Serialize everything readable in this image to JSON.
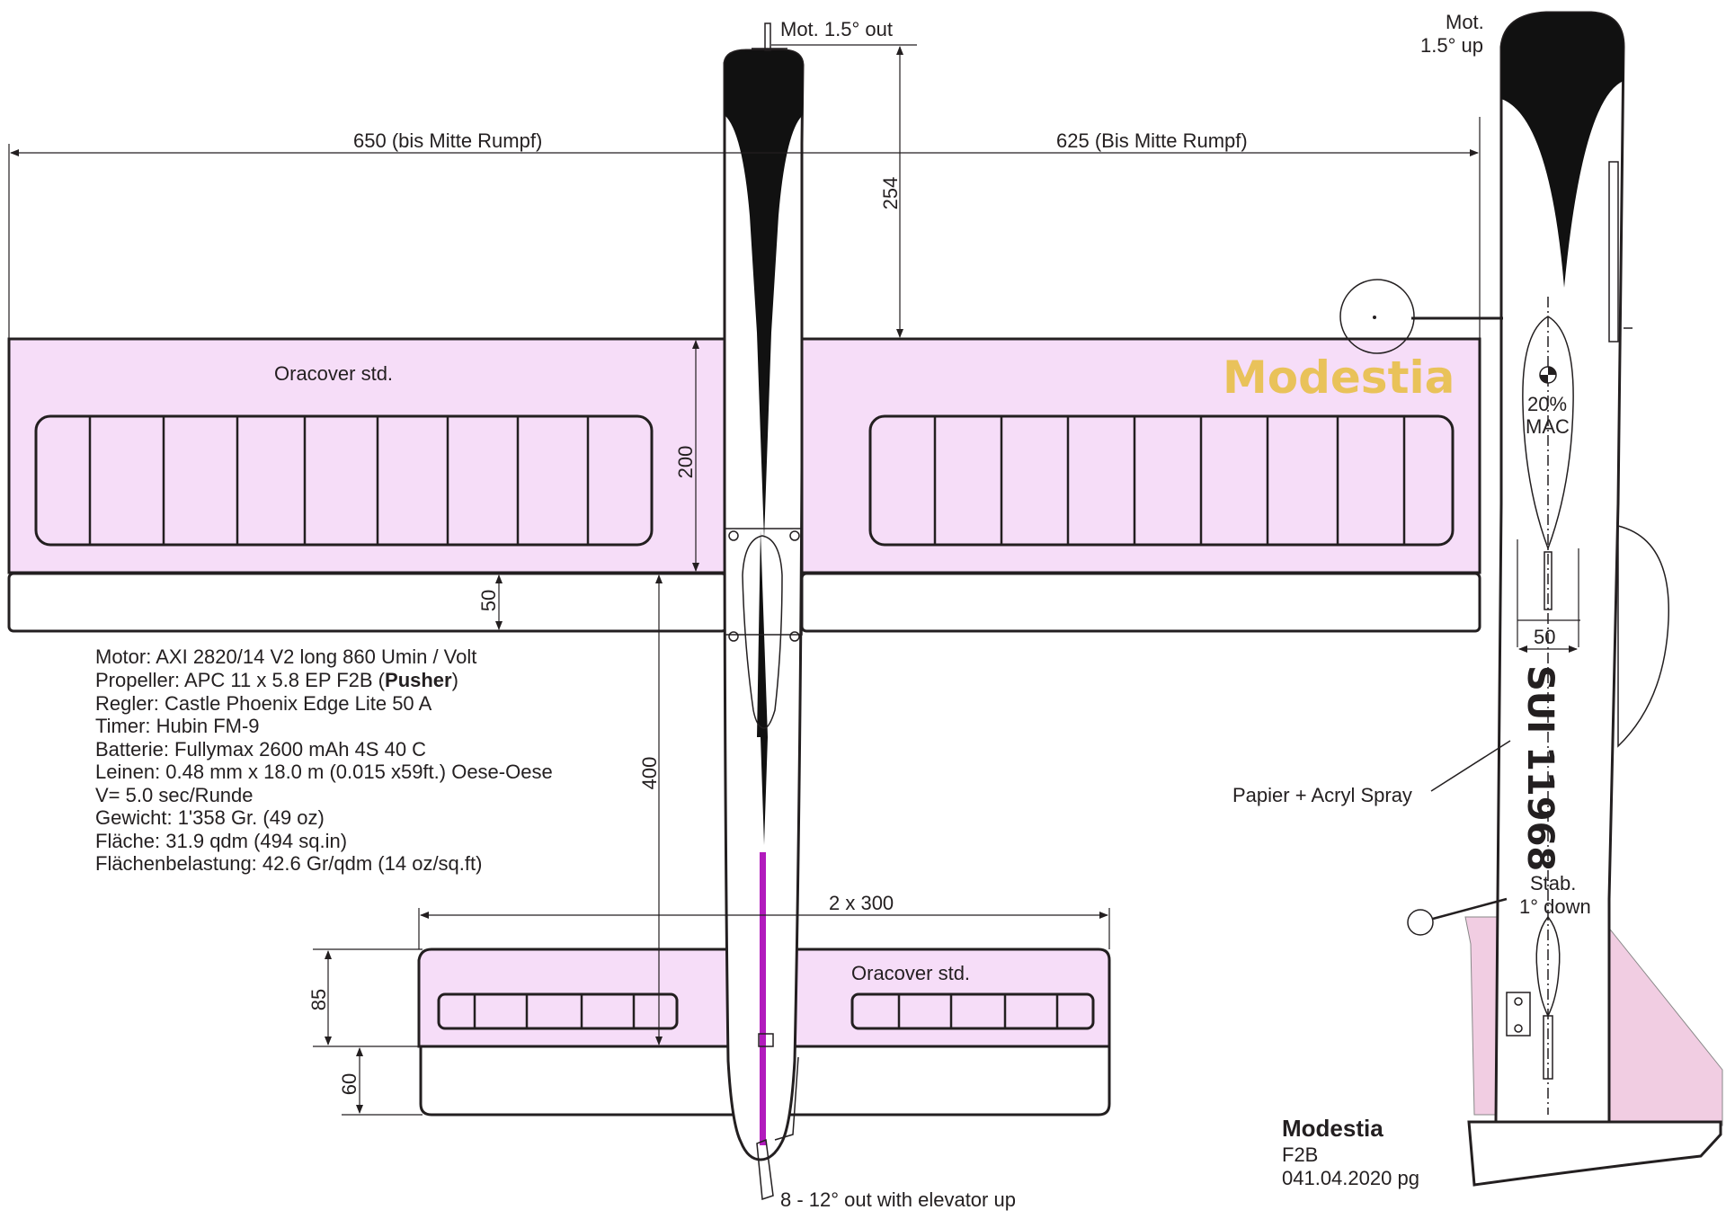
{
  "colors": {
    "covering": "#f6ddf8",
    "canopy": "#b8fbfd",
    "pushrod": "#b21bbd",
    "brand_text": "#e9c25a",
    "rudder_pink": "#f1cde2",
    "outline": "#231f20"
  },
  "dimensions": {
    "left_span": "650 (bis Mitte Rumpf)",
    "right_span": "625 (Bis Mitte Rumpf)",
    "nose_to_wing": "254",
    "wing_chord": "200",
    "flap_chord": "50",
    "wing_to_stab": "400",
    "stab_span": "2 x 300",
    "stab_chord": "85",
    "elevator_chord": "60",
    "cg_width": "50"
  },
  "labels": {
    "motor_offset_top": "Mot. 1.5° out",
    "motor_side_line1": "Mot.",
    "motor_side_line2": "1.5° up",
    "covering_wing": "Oracover std.",
    "covering_stab": "Oracover std.",
    "brand_name": "Modestia",
    "cg_line1": "20%",
    "cg_line2": "MAC",
    "registration": "SUI 11968",
    "paper_spray": "Papier + Acryl Spray",
    "stab_angle_line1": "Stab.",
    "stab_angle_line2": "1° down",
    "rudder_note": "8 - 12° out with elevator up"
  },
  "specs": [
    "Motor: AXI 2820/14 V2 long 860 Umin / Volt",
    "Propeller: APC 11 x 5.8 EP F2B (",
    "Pusher",
    ")",
    "Regler: Castle Phoenix Edge Lite 50 A",
    "Timer: Hubin FM-9",
    "Batterie: Fullymax 2600 mAh 4S 40 C",
    "Leinen: 0.48 mm x 18.0 m (0.015 x59ft.) Oese-Oese",
    "V= 5.0 sec/Runde",
    "Gewicht: 1'358 Gr. (49 oz)",
    "Fläche: 31.9 qdm (494 sq.in)",
    "Flächenbelastung: 42.6 Gr/qdm  (14 oz/sq.ft)"
  ],
  "title_block": {
    "name": "Modestia",
    "class": "F2B",
    "date": "041.04.2020  pg"
  }
}
